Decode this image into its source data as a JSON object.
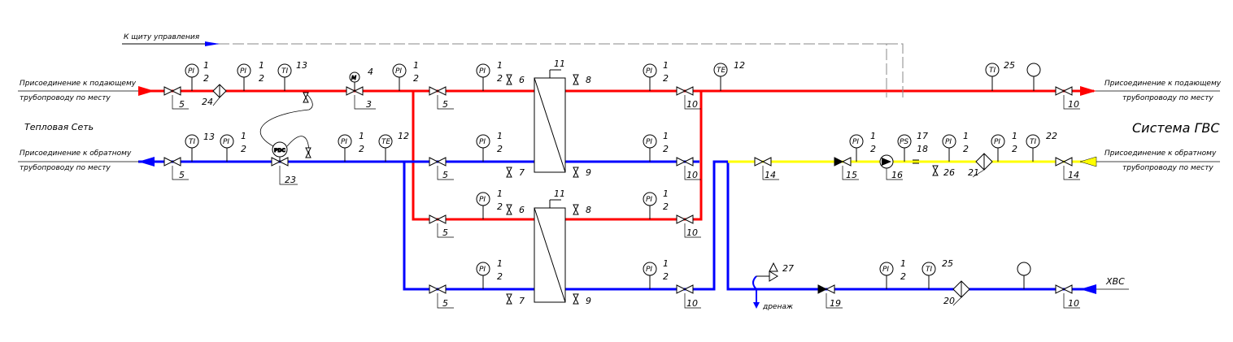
{
  "colors": {
    "supply": "#ff0000",
    "return": "#0000ff",
    "hot_water": "#ffff00",
    "line": "#000000",
    "dash": "#888888"
  },
  "labels": {
    "control_panel": "К щиту управления",
    "heat_network": "Тепловая Сеть",
    "hws_system": "Система ГВС",
    "supply_connection_left_1": "Присоединение к подающему",
    "supply_connection_left_2": "трубопроводу по месту",
    "return_connection_left_1": "Присоединение к обратному",
    "return_connection_left_2": "трубопроводу по месту",
    "supply_connection_right_1": "Присоединение к подающему",
    "supply_connection_right_2": "трубопроводу по месту",
    "return_connection_right_1": "Присоединение к обратному",
    "return_connection_right_2": "трубопроводу по месту",
    "cold_water": "ХВС",
    "drain": "дренаж"
  },
  "instruments": {
    "pi": "PI",
    "ti": "TI",
    "te": "TE",
    "ps": "PS",
    "pdc": "PDC",
    "m": "M"
  },
  "positions": {
    "p1": "1",
    "p2": "2",
    "p3": "3",
    "p4": "4",
    "p5": "5",
    "p6": "6",
    "p7": "7",
    "p8": "8",
    "p9": "9",
    "p10": "10",
    "p11": "11",
    "p12": "12",
    "p13": "13",
    "p14": "14",
    "p15": "15",
    "p16": "16",
    "p17": "17",
    "p18": "18",
    "p19": "19",
    "p20": "20",
    "p21": "21",
    "p22": "22",
    "p23": "23",
    "p24": "24",
    "p25": "25",
    "p26": "26",
    "p27": "27"
  },
  "icons": [
    "gate-valve-icon",
    "check-valve-icon",
    "filter-icon",
    "pump-icon",
    "motor-valve-icon",
    "heat-exchanger-icon",
    "pressure-gauge-icon",
    "thermometer-icon",
    "safety-valve-icon",
    "direction-arrow-icon"
  ]
}
